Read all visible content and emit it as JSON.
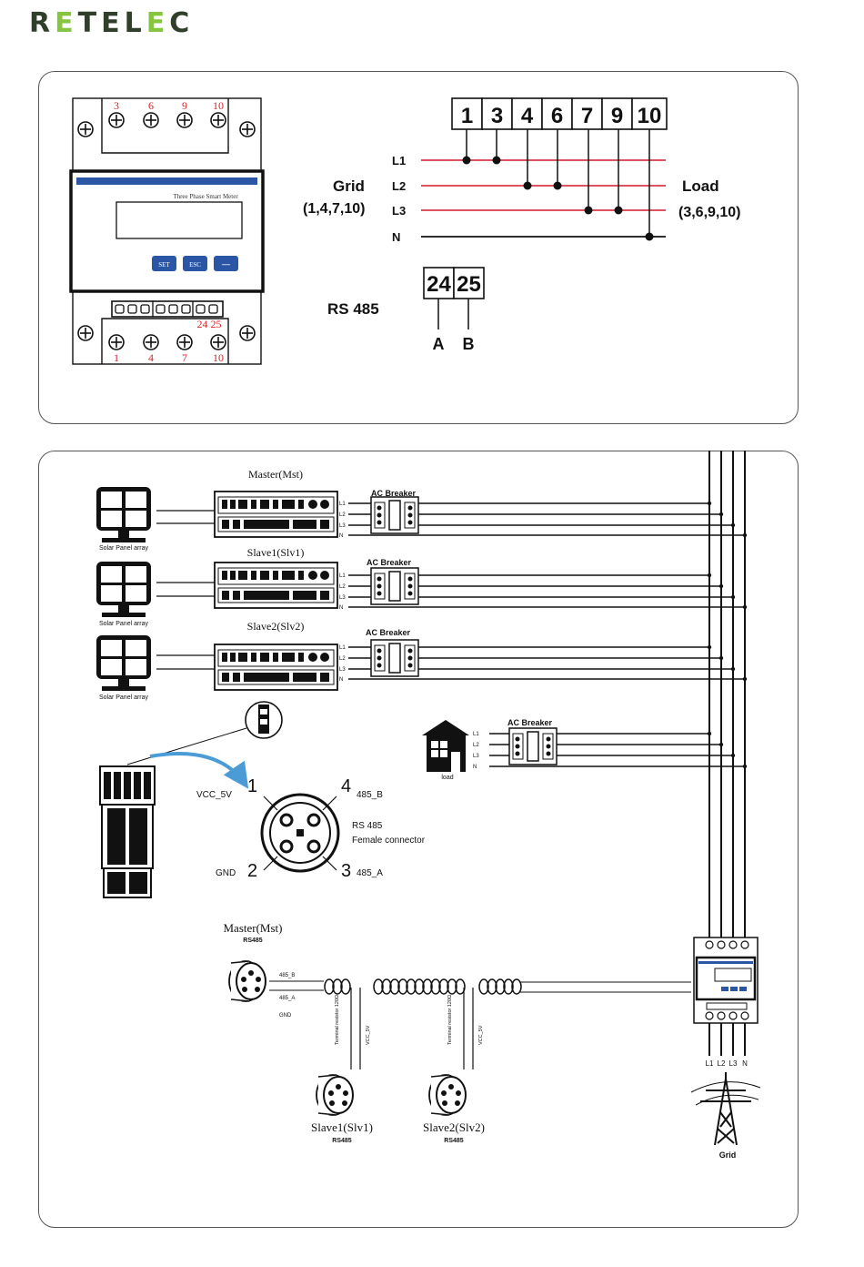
{
  "brand": {
    "name": "RETELEC"
  },
  "colors": {
    "phase_wire": "#d93a4a",
    "line": "#111111",
    "accent": "#2b56a6",
    "border": "#555555"
  },
  "meter": {
    "top_terminals": [
      "3",
      "6",
      "9",
      "10"
    ],
    "bottom_terminals": [
      "1",
      "4",
      "7",
      "10"
    ],
    "rs485_terminals": "24 25",
    "screen_title": "Three Phase Smart Meter",
    "buttons": [
      "SET",
      "ESC",
      "—"
    ]
  },
  "wiring": {
    "terminals": [
      "1",
      "3",
      "4",
      "6",
      "7",
      "9",
      "10"
    ],
    "lines": [
      "L1",
      "L2",
      "L3",
      "N"
    ],
    "grid_label": "Grid",
    "grid_terminals": "(1,4,7,10)",
    "load_label": "Load",
    "load_terminals": "(3,6,9,10)",
    "rs485_label": "RS 485",
    "rs485_terminals": [
      "24",
      "25"
    ],
    "rs485_pins": [
      "A",
      "B"
    ]
  },
  "system": {
    "inverters": [
      {
        "name": "Master(Mst)",
        "panel_label": "Solar Panel array"
      },
      {
        "name": "Slave1(Slv1)",
        "panel_label": "Solar Panel array"
      },
      {
        "name": "Slave2(Slv2)",
        "panel_label": "Solar Panel array"
      }
    ],
    "breaker_label": "AC Breaker",
    "phase_labels": [
      "L1",
      "L2",
      "L3",
      "N"
    ],
    "load_label": "load",
    "connector": {
      "pin1": "1",
      "pin2": "2",
      "pin3": "3",
      "pin4": "4",
      "vcc": "VCC_5V",
      "gnd": "GND",
      "b": "485_B",
      "a": "485_A",
      "title": "RS 485",
      "subtitle": "Female connector"
    },
    "bus": {
      "master": "Master(Mst)",
      "master_sub": "RS485",
      "pins": [
        "485_B",
        "485_A",
        "GND"
      ],
      "slave1": "Slave1(Slv1)",
      "slave2": "Slave2(Slv2)",
      "slave_sub": "RS485",
      "cable_tag": "Terminal resistor 120Ω",
      "cable_tag2": "VCC_5V"
    },
    "grid_phases": [
      "L1",
      "L2",
      "L3",
      "N"
    ],
    "grid_label": "Grid"
  }
}
